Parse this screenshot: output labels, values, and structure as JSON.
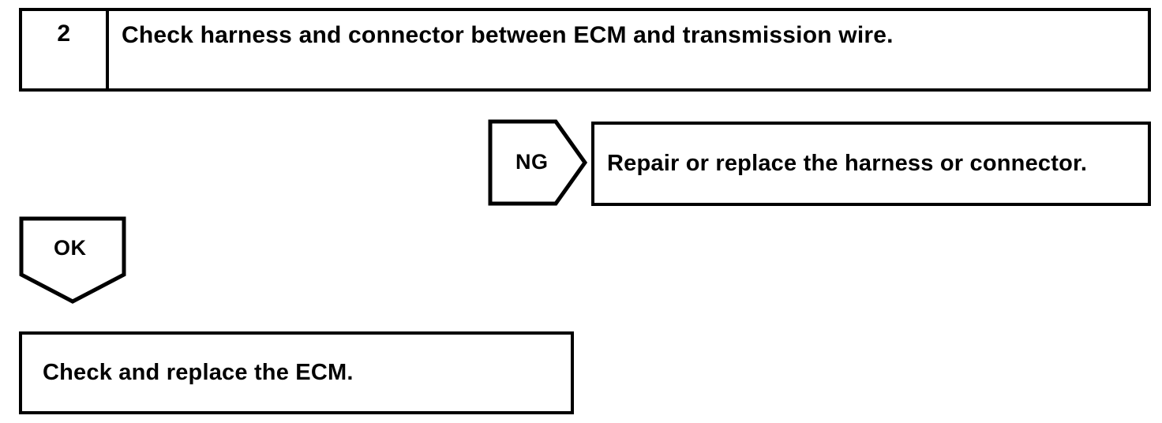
{
  "diagram": {
    "type": "troubleshooting-flowchart",
    "colors": {
      "stroke": "#000000",
      "fill": "#ffffff",
      "text": "#000000"
    },
    "step": {
      "number": "2",
      "instruction": "Check harness and connector between ECM and transmission wire."
    },
    "branches": [
      {
        "id": "ng",
        "label": "NG",
        "direction": "right",
        "result": "Repair or replace the harness or connector."
      },
      {
        "id": "ok",
        "label": "OK",
        "direction": "down",
        "result": "Check and replace the ECM."
      }
    ],
    "outcomes": {
      "ng_action": "Repair or replace the harness or connector.",
      "ok_action": "Check and replace the ECM."
    }
  }
}
